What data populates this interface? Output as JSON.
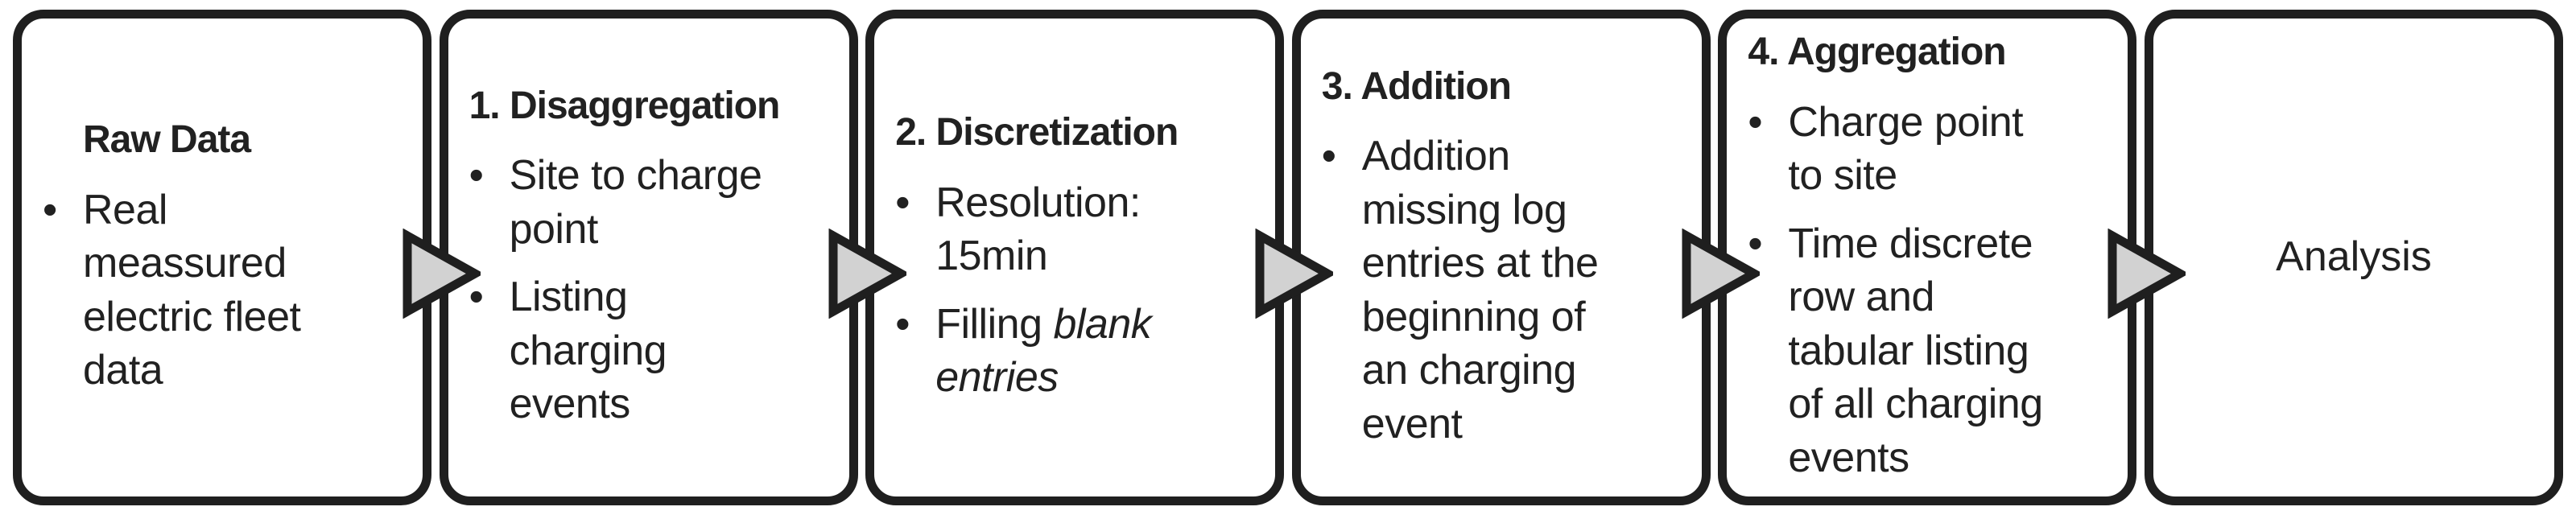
{
  "diagram": {
    "background": "#ffffff",
    "box": {
      "fill": "#ffffff",
      "border_color": "#1f1f1f",
      "text_color": "#212121",
      "bullet_char": "•"
    },
    "arrow": {
      "direction": "right",
      "fill": "#d2d2d2",
      "border_color": "#1f1f1f"
    },
    "steps": [
      {
        "id": "raw-data",
        "title": "Raw Data",
        "title_indented": true,
        "title_centered": false,
        "bullets": [
          [
            {
              "t": "Real\nmeassured\nelectric fleet\ndata",
              "italic": false
            }
          ]
        ]
      },
      {
        "id": "disaggregation",
        "title": "1. Disaggregation",
        "title_indented": false,
        "title_centered": false,
        "bullets": [
          [
            {
              "t": "Site to charge\npoint",
              "italic": false
            }
          ],
          [
            {
              "t": "Listing\ncharging\nevents",
              "italic": false
            }
          ]
        ]
      },
      {
        "id": "discretization",
        "title": "2. Discretization",
        "title_indented": false,
        "title_centered": false,
        "bullets": [
          [
            {
              "t": "Resolution:\n15min",
              "italic": false
            }
          ],
          [
            {
              "t": "Filling ",
              "italic": false
            },
            {
              "t": "blank\nentries",
              "italic": true
            }
          ]
        ]
      },
      {
        "id": "addition",
        "title": "3. Addition",
        "title_indented": false,
        "title_centered": false,
        "bullets": [
          [
            {
              "t": "Addition\nmissing log\nentries at the\nbeginning of\nan charging\nevent",
              "italic": false
            }
          ]
        ]
      },
      {
        "id": "aggregation",
        "title": "4. Aggregation",
        "title_indented": false,
        "title_centered": false,
        "bullets": [
          [
            {
              "t": "Charge point\nto site",
              "italic": false
            }
          ],
          [
            {
              "t": "Time discrete\nrow and\ntabular listing\nof all charging\nevents",
              "italic": false
            }
          ]
        ]
      },
      {
        "id": "analysis",
        "title": "Analysis",
        "title_indented": false,
        "title_centered": true,
        "bullets": []
      }
    ]
  }
}
